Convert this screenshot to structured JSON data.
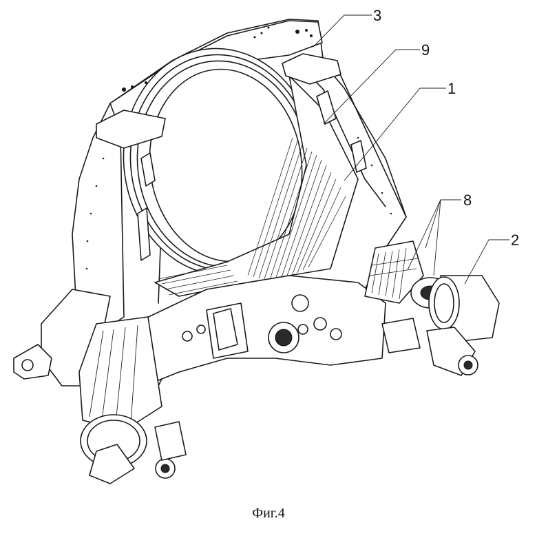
{
  "figure": {
    "caption": "Фиг.4",
    "labels": [
      {
        "id": "label-3",
        "text": "3"
      },
      {
        "id": "label-9",
        "text": "9"
      },
      {
        "id": "label-1",
        "text": "1"
      },
      {
        "id": "label-8",
        "text": "8"
      },
      {
        "id": "label-2",
        "text": "2"
      }
    ]
  }
}
